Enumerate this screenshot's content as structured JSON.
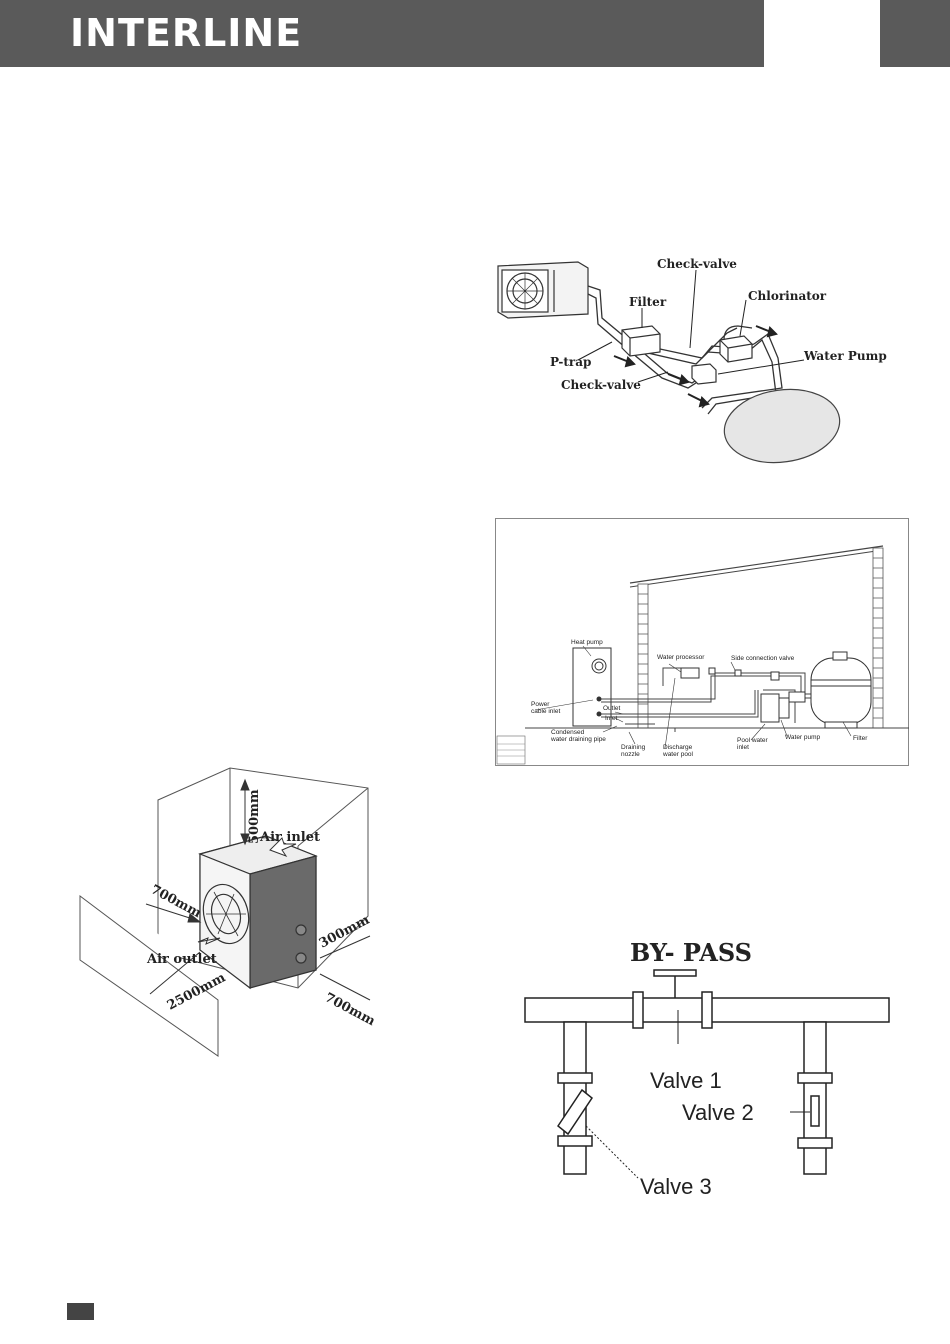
{
  "header": {
    "logo": "INTERLINE"
  },
  "figure_plumbing": {
    "labels": {
      "check_valve_top": "Check-valve",
      "chlorinator": "Chlorinator",
      "filter": "Filter",
      "p_trap": "P-trap",
      "water_pump": "Water Pump",
      "check_valve_bottom": "Check-valve"
    }
  },
  "figure_installation": {
    "labels": {
      "heat_pump": "Heat pump",
      "water_processor": "Water processor",
      "side_connection_valve": "Side connection valve",
      "power_cable_inlet_1": "Power",
      "power_cable_inlet_2": "cable inlet",
      "outlet": "Outlet",
      "inlet": "Inlet",
      "condensed_1": "Condensed",
      "condensed_2": "water draining pipe",
      "draining_nozzle_1": "Draining",
      "draining_nozzle_2": "nozzle",
      "discharge_1": "Discharge",
      "discharge_2": "water pool",
      "pool_water_inlet_1": "Pool water",
      "pool_water_inlet_2": "inlet",
      "water_pump": "Water pump",
      "filter": "Filter"
    }
  },
  "figure_clearance": {
    "labels": {
      "top": "500mm",
      "air_inlet": "Air inlet",
      "left": "700mm",
      "right_side": "300mm",
      "air_outlet": "Air outlet",
      "front": "2500mm",
      "right_bottom": "700mm"
    }
  },
  "figure_bypass": {
    "title": "BY- PASS",
    "valve1": "Valve 1",
    "valve2": "Valve 2",
    "valve3": "Valve 3"
  }
}
